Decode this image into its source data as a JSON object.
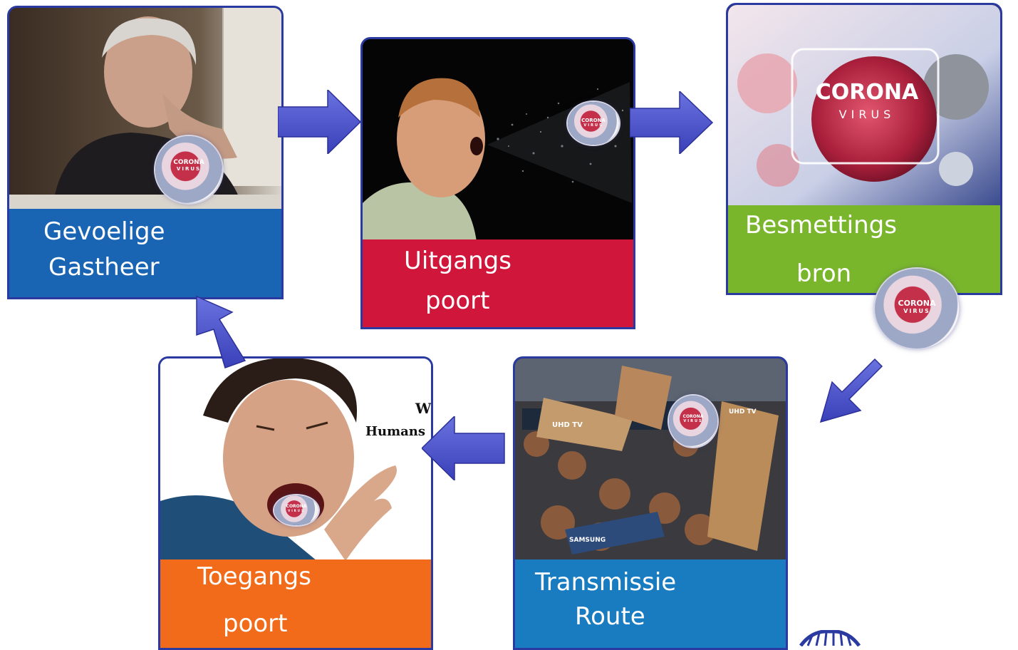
{
  "badge": {
    "line1": "CORONA",
    "line2": "VIRUS"
  },
  "cards": {
    "host": {
      "label_line1": "Gevoelige",
      "label_line2": "Gastheer",
      "color": "#1a64b4"
    },
    "exit": {
      "label_line1": "Uitgangs",
      "label_line2": "poort",
      "color": "#d0163a"
    },
    "source": {
      "label_line1": "Besmettings",
      "label_line2": "bron",
      "color": "#79b62c",
      "hero_line1": "CORONA",
      "hero_line2": "VIRUS"
    },
    "route": {
      "label_line1": "Transmissie",
      "label_line2": "Route",
      "color": "#1a7cc0",
      "photo_text1": "UHD TV",
      "photo_text2": "UHD TV",
      "photo_text3": "SAMSUNG"
    },
    "entry": {
      "label_line1": "Toegangs",
      "label_line2": "poort",
      "color": "#f26b1a",
      "photo_text1": "W",
      "photo_text2": "Humans"
    }
  },
  "colors": {
    "arrow": "#4a52cf",
    "card_border": "#2a3aa0"
  },
  "icons": [
    "arrow-right-icon",
    "arrow-down-left-icon",
    "arrow-left-icon",
    "arrow-up-icon",
    "virus-badge-icon"
  ]
}
